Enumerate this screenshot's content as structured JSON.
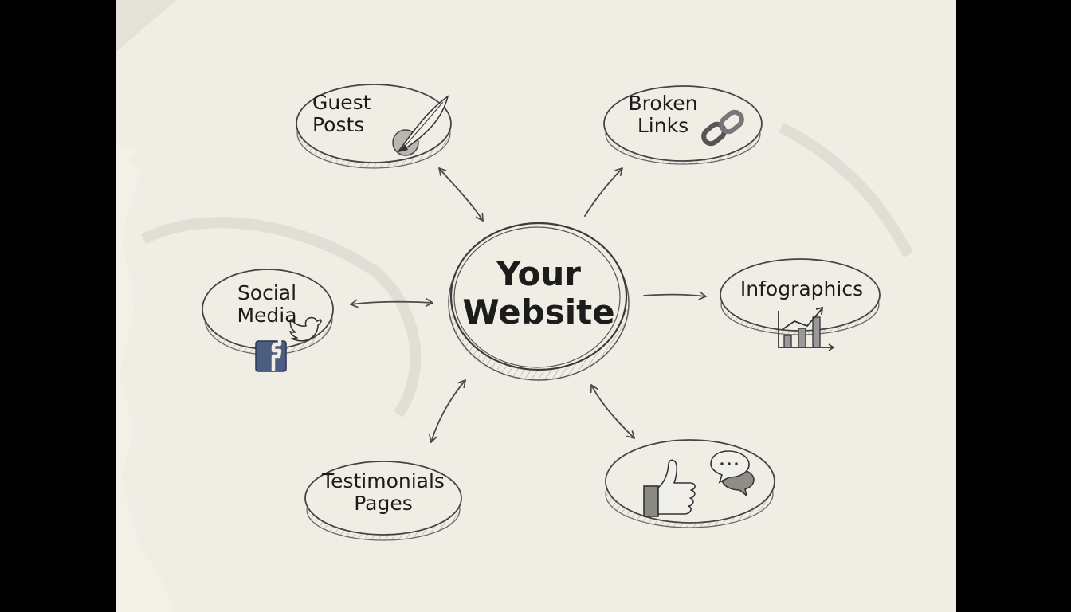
{
  "center": {
    "line1": "Your",
    "line2": "Website"
  },
  "nodes": {
    "guest_posts": {
      "line1": "Guest",
      "line2": "Posts",
      "icon": "quill-pen-icon"
    },
    "broken_links": {
      "line1": "Broken",
      "line2": "Links",
      "icon": "chain-link-icon"
    },
    "social_media": {
      "line1": "Social",
      "line2": "Media",
      "icons": [
        "twitter-bird-icon",
        "facebook-icon"
      ]
    },
    "infographics": {
      "line1": "Infographics",
      "icon": "bar-chart-growth-icon"
    },
    "testimonials": {
      "line1": "Testimonials",
      "line2": "Pages"
    },
    "engagement": {
      "icons": [
        "thumbs-up-icon",
        "speech-bubbles-icon"
      ]
    }
  },
  "colors": {
    "paper": "#efede4",
    "pencil": "#4a4a4a",
    "ink": "#1c1c1c",
    "facebook": "#3b5998"
  }
}
